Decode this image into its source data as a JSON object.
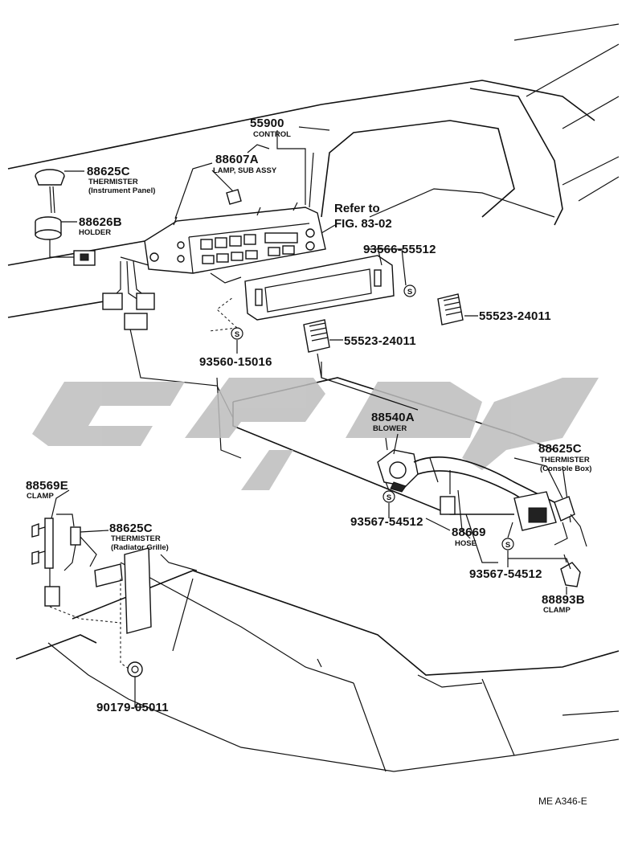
{
  "parts": [
    {
      "id": "control",
      "number": "55900",
      "desc": "CONTROL"
    },
    {
      "id": "lamp-sub-assy",
      "number": "88607A",
      "desc": "LAMP, SUB ASSY"
    },
    {
      "id": "thermister-instrument",
      "number": "88625C",
      "desc": "THERMISTER",
      "note": "(Instrument Panel)"
    },
    {
      "id": "holder",
      "number": "88626B",
      "desc": "HOLDER"
    },
    {
      "id": "knob-a",
      "number": "55523-24011"
    },
    {
      "id": "knob-b",
      "number": "55523-24011"
    },
    {
      "id": "screw-a",
      "number": "93566-55512"
    },
    {
      "id": "screw-b",
      "number": "93560-15016"
    },
    {
      "id": "blower",
      "number": "88540A",
      "desc": "BLOWER"
    },
    {
      "id": "thermister-console",
      "number": "88625C",
      "desc": "THERMISTER",
      "note": "(Console Box)"
    },
    {
      "id": "clamp-a",
      "number": "88569E",
      "desc": "CLAMP"
    },
    {
      "id": "thermister-radiator",
      "number": "88625C",
      "desc": "THERMISTER",
      "note": "(Radiator Grille)"
    },
    {
      "id": "screw-c",
      "number": "93567-54512"
    },
    {
      "id": "hose",
      "number": "88669",
      "desc": "HOSE"
    },
    {
      "id": "screw-d",
      "number": "93567-54512"
    },
    {
      "id": "clamp-b",
      "number": "88893B",
      "desc": "CLAMP"
    },
    {
      "id": "nut",
      "number": "90179-05011"
    }
  ],
  "reference": {
    "line1": "Refer to",
    "line2": "FIG. 83-02"
  },
  "screw_symbol": "S",
  "diagram_code": "ME A346-E",
  "colors": {
    "ink": "#111111",
    "watermark": "#bdbdbd",
    "background": "#ffffff"
  }
}
